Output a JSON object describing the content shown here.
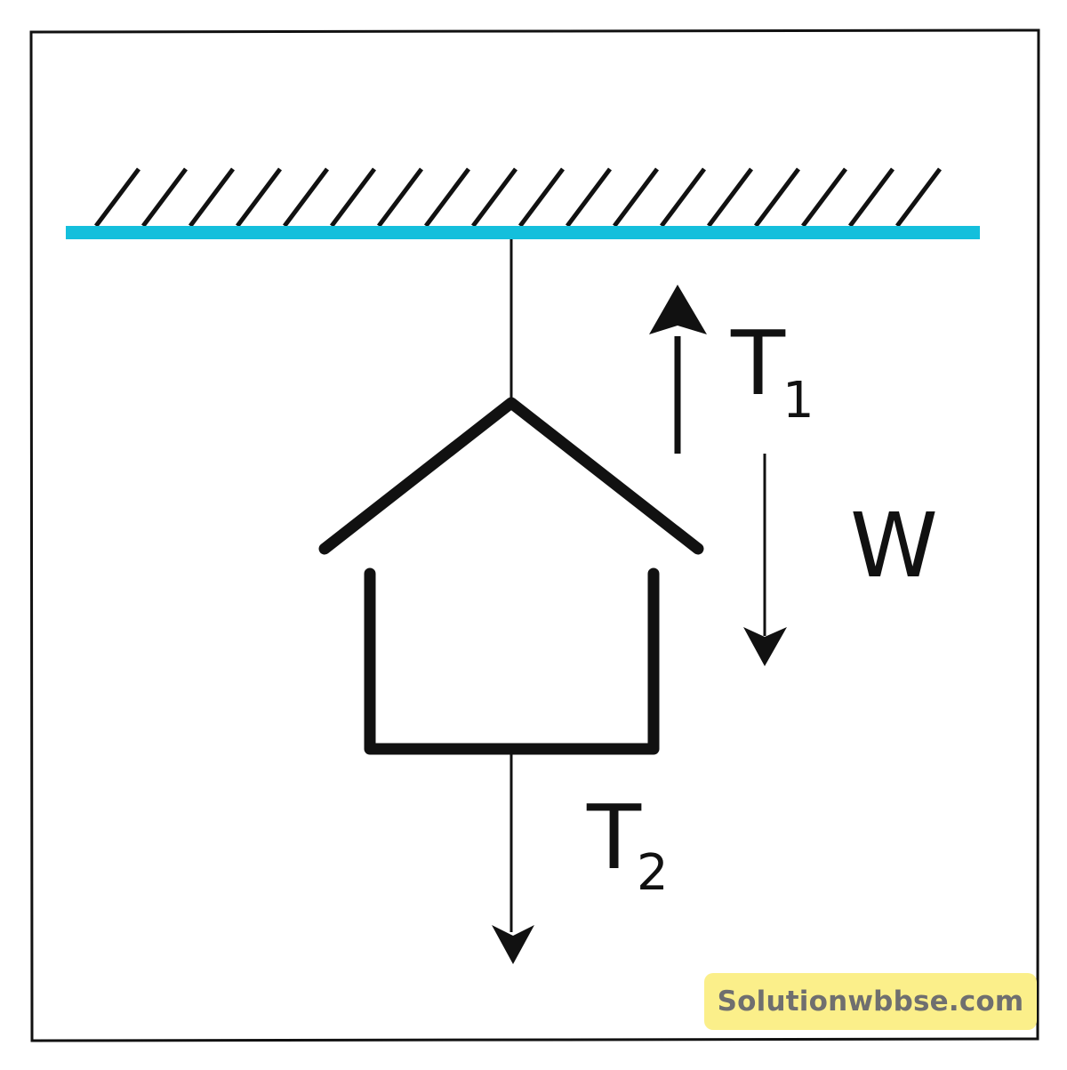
{
  "colors": {
    "frame": "#111111",
    "ceiling": "#14bfdc",
    "stroke": "#111111",
    "watermark_bg": "#fbef8a",
    "watermark_text": "#6f6f6f"
  },
  "labels": {
    "t1_main": "T",
    "t1_sub": "1",
    "w": "W",
    "t2_main": "T",
    "t2_sub": "2"
  },
  "watermark": {
    "text": "Solutionwbbse.com"
  }
}
